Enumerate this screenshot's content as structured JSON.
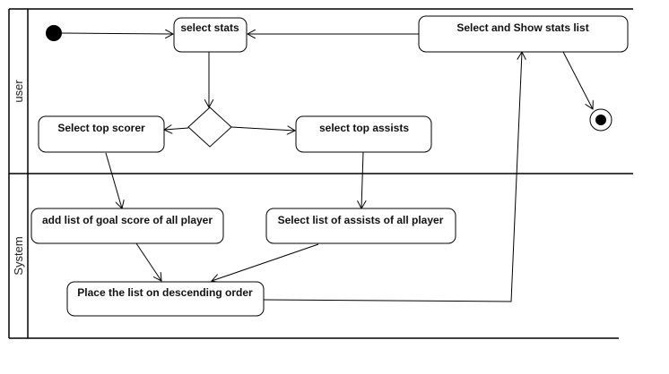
{
  "lanes": [
    {
      "id": "lane-user",
      "label": "user"
    },
    {
      "id": "lane-system",
      "label": "System"
    }
  ],
  "nodes": {
    "select_stats": "select stats",
    "select_show_stats_list": "Select and Show stats list",
    "select_top_scorer": "Select top scorer",
    "select_top_assists": "select top assists",
    "add_goal_list": "add list of goal score of all player",
    "select_assists_list": "Select list of assists of all player",
    "place_descending": "Place the list on descending order"
  }
}
